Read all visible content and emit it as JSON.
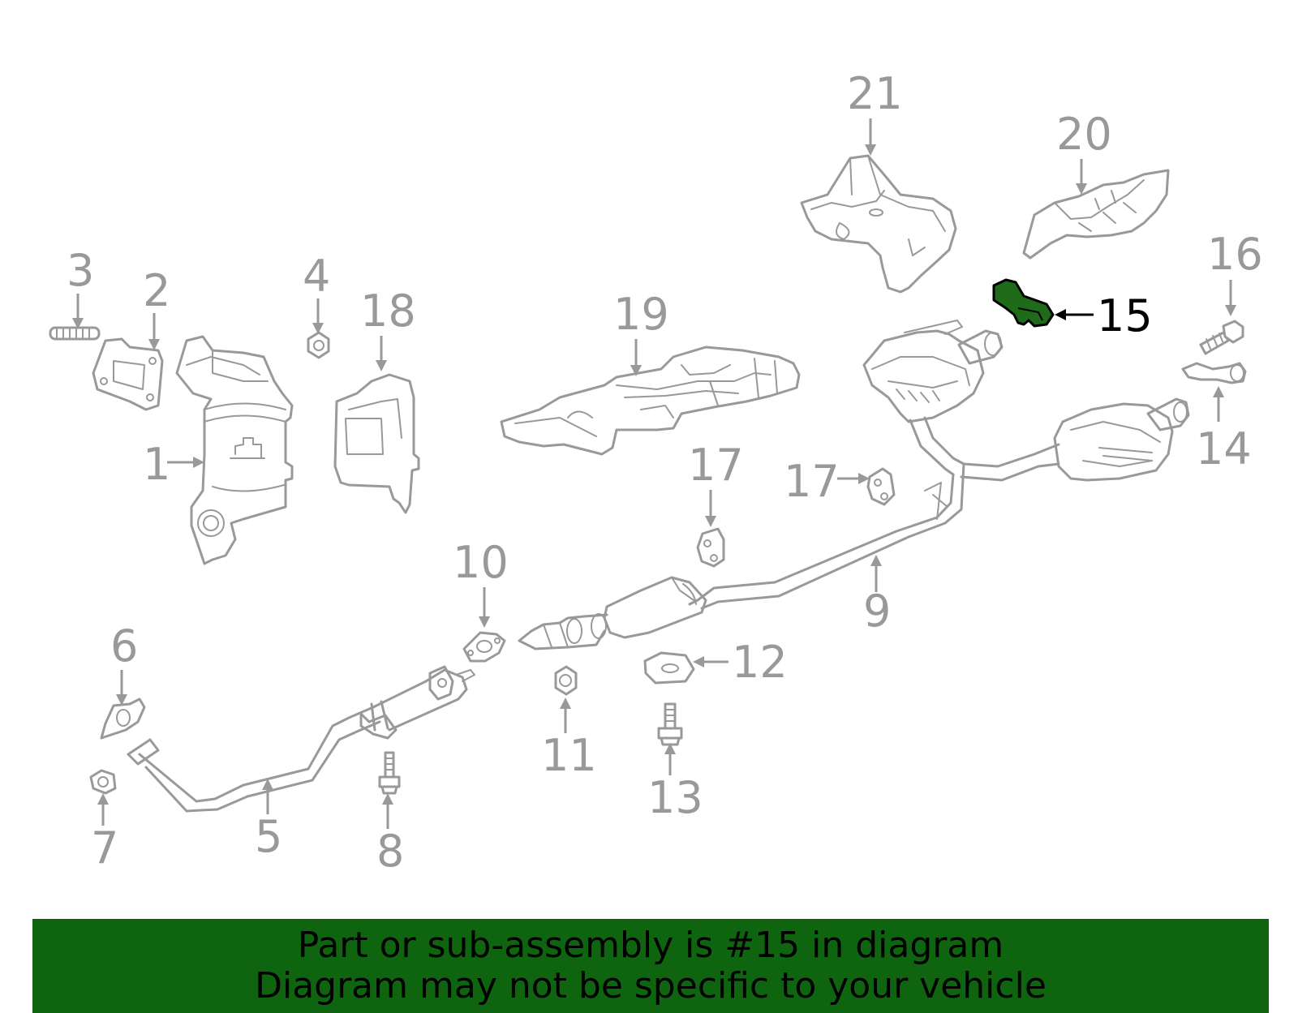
{
  "callouts": {
    "c1": "1",
    "c2": "2",
    "c3": "3",
    "c4": "4",
    "c5": "5",
    "c6": "6",
    "c7": "7",
    "c8": "8",
    "c9": "9",
    "c10": "10",
    "c11": "11",
    "c12": "12",
    "c13": "13",
    "c14": "14",
    "c15": "15",
    "c16": "16",
    "c17a": "17",
    "c17b": "17",
    "c18": "18",
    "c19": "19",
    "c20": "20",
    "c21": "21"
  },
  "highlighted_part": "15",
  "colors": {
    "part_stroke": "#999999",
    "highlight_fill": "#1f6b1a",
    "banner_bg": "#0f650f",
    "text": "#000000"
  },
  "banner": {
    "line1": "Part or sub-assembly is #15 in diagram",
    "line2": "Diagram may not be specific to your vehicle"
  }
}
